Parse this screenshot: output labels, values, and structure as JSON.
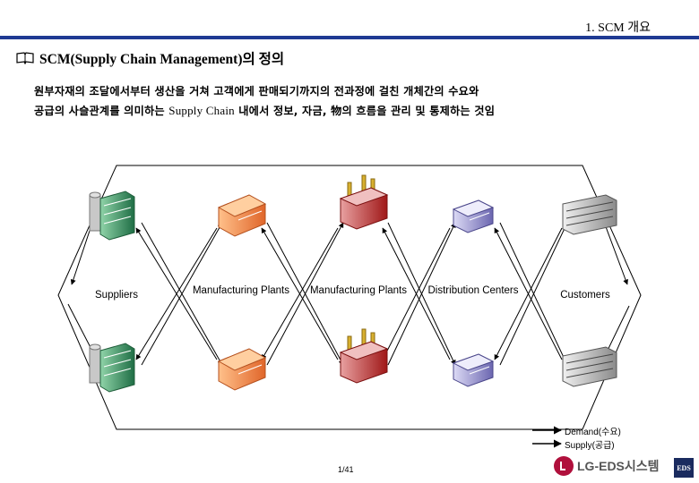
{
  "header": {
    "title": "1. SCM 개요"
  },
  "section": {
    "icon": "book-icon",
    "title": "SCM(Supply Chain Management)의 정의"
  },
  "definition": {
    "line1": "원부자재의 조달에서부터 생산을 거쳐 고객에게 판매되기까지의 전과정에 걸친 개체간의 수요와",
    "line2_a": "공급의 사슬관계를 의미하는 ",
    "line2_b": "Supply Chain",
    "line2_c": " 내에서 정보, 자금, 物의 흐름을 관리 및 통제하는 것임"
  },
  "stages": [
    {
      "label": "Suppliers",
      "icon": "supplier-building-icon"
    },
    {
      "label": "Manufacturing Plants",
      "icon": "factory-icon"
    },
    {
      "label": "Manufacturing Plants",
      "icon": "smokestack-factory-icon"
    },
    {
      "label": "Distribution Centers",
      "icon": "distribution-center-icon"
    },
    {
      "label": "Customers",
      "icon": "customer-building-icon"
    }
  ],
  "legend": {
    "demand": "Demand(수요)",
    "supply": "Supply(공급)"
  },
  "footer": {
    "page": "1/41",
    "logo_text": "LG-EDS시스템",
    "badge": "EDS"
  },
  "colors": {
    "rule": "#1f3a93",
    "logo": "#b0103c",
    "supplier": "#2e8b57",
    "factory_orange": "#f08a3c",
    "factory_red": "#c0392b",
    "dc_purple": "#8a86c8"
  }
}
